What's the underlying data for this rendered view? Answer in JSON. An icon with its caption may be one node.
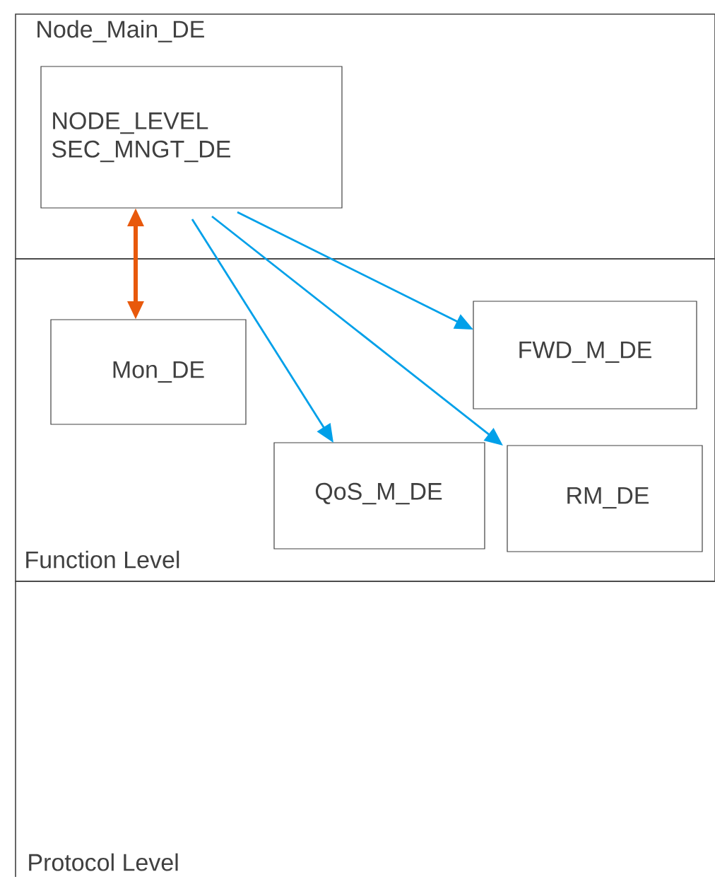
{
  "diagram": {
    "nodes": [
      {
        "text": [
          "Node_Main_DE"
        ]
      },
      {
        "text": [
          "Function Level"
        ]
      },
      {
        "text": [
          "Protocol Level"
        ]
      },
      {
        "text": [
          "NODE_LEVEL SEC_MNGT_DE"
        ],
        "in": 0
      },
      {
        "text": [
          "Mon_DE"
        ],
        "in": 1
      },
      {
        "text": [
          "FWD_M_DE"
        ],
        "in": 1
      },
      {
        "text": [
          "QoS_M_DE"
        ],
        "in": 1
      },
      {
        "text": [
          "RM_DE"
        ],
        "in": 1
      }
    ],
    "edges": [
      {
        "from": 3,
        "to": 4,
        "arrow": "both",
        "color": "#e8590c",
        "style": "thick"
      },
      {
        "from": 3,
        "to": 6,
        "arrow": "to"
      },
      {
        "from": 3,
        "to": 7,
        "arrow": "to"
      },
      {
        "from": 3,
        "to": 5,
        "arrow": "to"
      }
    ]
  }
}
